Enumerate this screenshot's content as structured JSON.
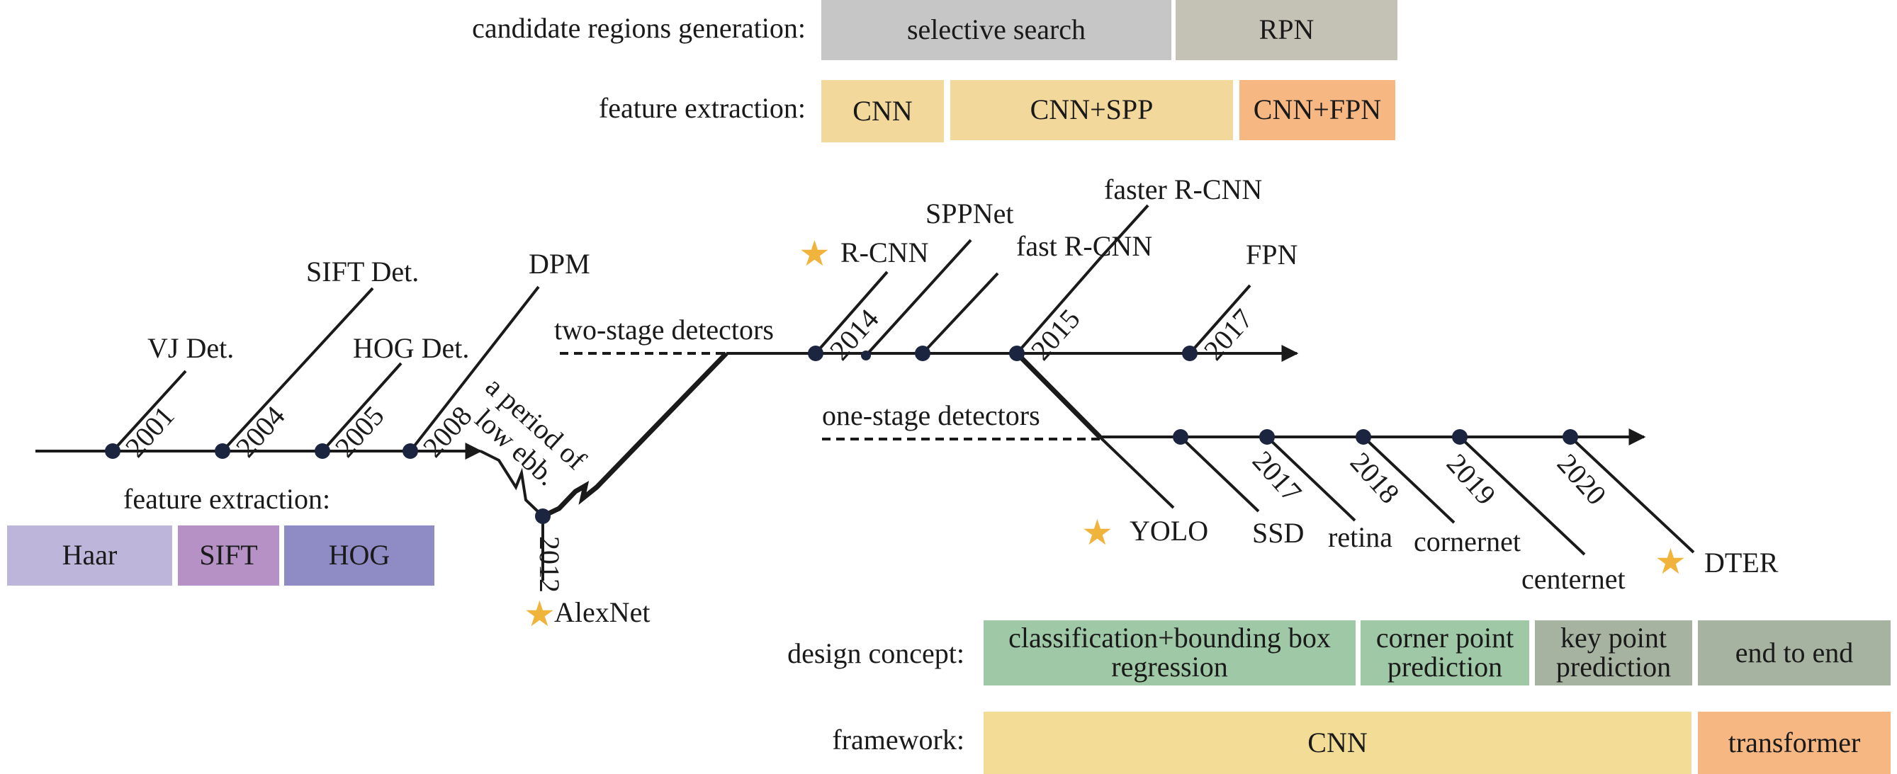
{
  "top_panel": {
    "candidate_label": "candidate regions generation:",
    "candidate_boxes": [
      {
        "text": "selective search",
        "color": "#c6c6c6"
      },
      {
        "text": "RPN",
        "color": "#c4c2b4"
      }
    ],
    "feature_label": "feature extraction:",
    "feature_boxes": [
      {
        "text": "CNN",
        "color": "#f3d89c"
      },
      {
        "text": "CNN+SPP",
        "color": "#f3d89c"
      },
      {
        "text": "CNN+FPN",
        "color": "#f6b783"
      }
    ]
  },
  "left_panel": {
    "feature_label": "feature extraction:",
    "boxes": [
      {
        "text": "Haar",
        "color": "#bdb5da"
      },
      {
        "text": "SIFT",
        "color": "#b591c6"
      },
      {
        "text": "HOG",
        "color": "#8f8bc5"
      }
    ]
  },
  "timeline": {
    "early_methods": [
      {
        "year": "2001",
        "name": "VJ Det."
      },
      {
        "year": "2004",
        "name": "SIFT Det."
      },
      {
        "year": "2005",
        "name": "HOG Det."
      },
      {
        "year": "2008",
        "name": "DPM"
      }
    ],
    "low_ebb_text": [
      "a period of",
      "low ebb."
    ],
    "alexnet": {
      "year": "2012",
      "name": "AlexNet"
    },
    "two_stage_label": "two-stage detectors",
    "two_stage": [
      {
        "year": "2014",
        "name": "R-CNN"
      },
      {
        "name": "SPPNet"
      },
      {
        "name": "fast R-CNN"
      },
      {
        "year": "2015",
        "name": "faster R-CNN"
      },
      {
        "year": "2017",
        "name": "FPN"
      }
    ],
    "one_stage_label": "one-stage detectors",
    "one_stage": [
      {
        "name": "YOLO"
      },
      {
        "name": "SSD",
        "year": "2017"
      },
      {
        "name": "retina",
        "year": "2018"
      },
      {
        "name": "cornernet",
        "year": "2019"
      },
      {
        "name": "centernet",
        "year": "2020"
      },
      {
        "name": "DTER"
      }
    ],
    "star_color": "#f0b43c"
  },
  "bottom_panel": {
    "design_label": "design concept:",
    "design_boxes": [
      {
        "text": "classification+bounding box regression",
        "color": "#9ec8a6"
      },
      {
        "text": "corner point prediction",
        "color": "#9ec8a6"
      },
      {
        "text": "key point prediction",
        "color": "#a5b3a0"
      },
      {
        "text": "end to end",
        "color": "#a5b3a0"
      }
    ],
    "framework_label": "framework:",
    "framework_boxes": [
      {
        "text": "CNN",
        "color": "#f3dc95"
      },
      {
        "text": "transformer",
        "color": "#f6b783"
      }
    ]
  }
}
